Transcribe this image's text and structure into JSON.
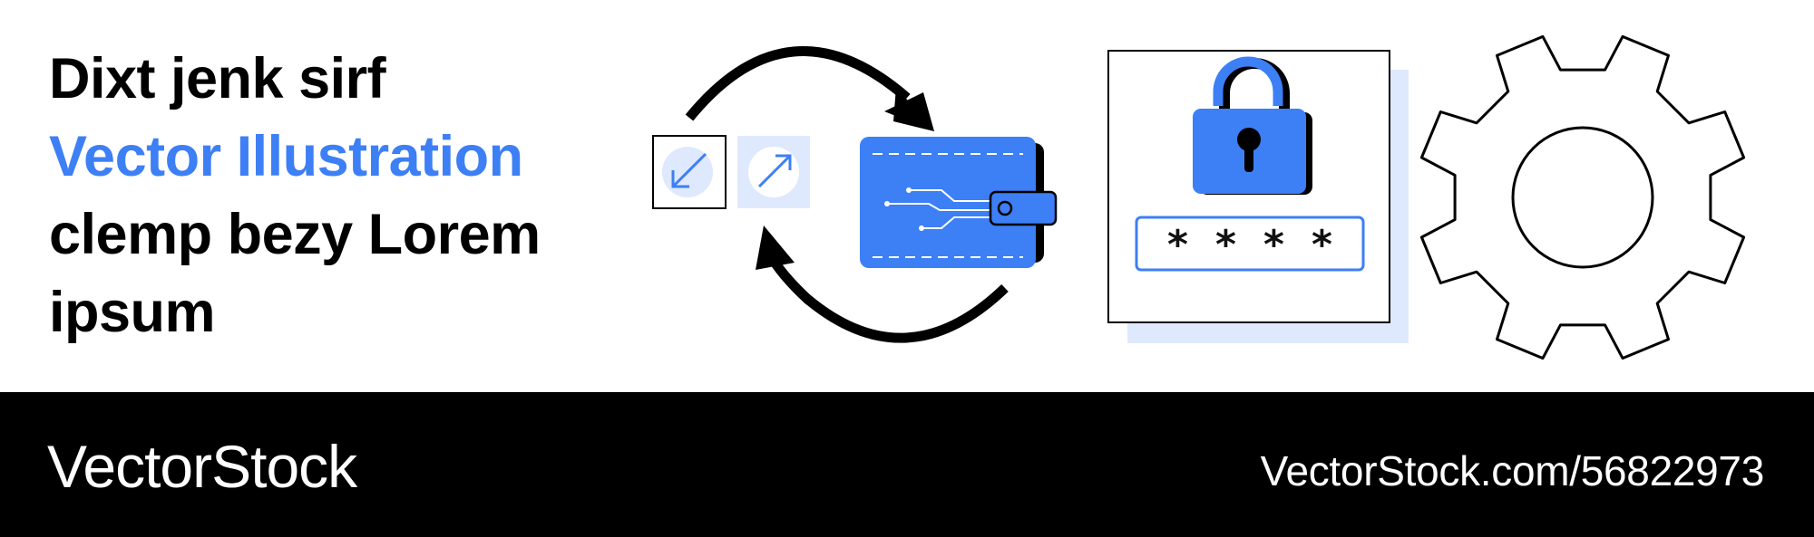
{
  "headline": {
    "line1": "Dixt jenk sirf",
    "line2": "Vector Illustration",
    "line3": "clemp bezy Lorem",
    "line4": "ipsum"
  },
  "password_field": {
    "value": "* * * *"
  },
  "footer": {
    "brand": "VectorStock",
    "url": "VectorStock.com/56822973"
  },
  "icons": [
    "arrows-cycle-icon",
    "arrow-in-icon",
    "arrow-out-icon",
    "wallet-icon",
    "padlock-icon",
    "gear-icon"
  ],
  "colors": {
    "accent": "#3d7ff5",
    "light_accent": "#dfe9fd",
    "ink": "#000000",
    "footer_bg": "#000000"
  }
}
